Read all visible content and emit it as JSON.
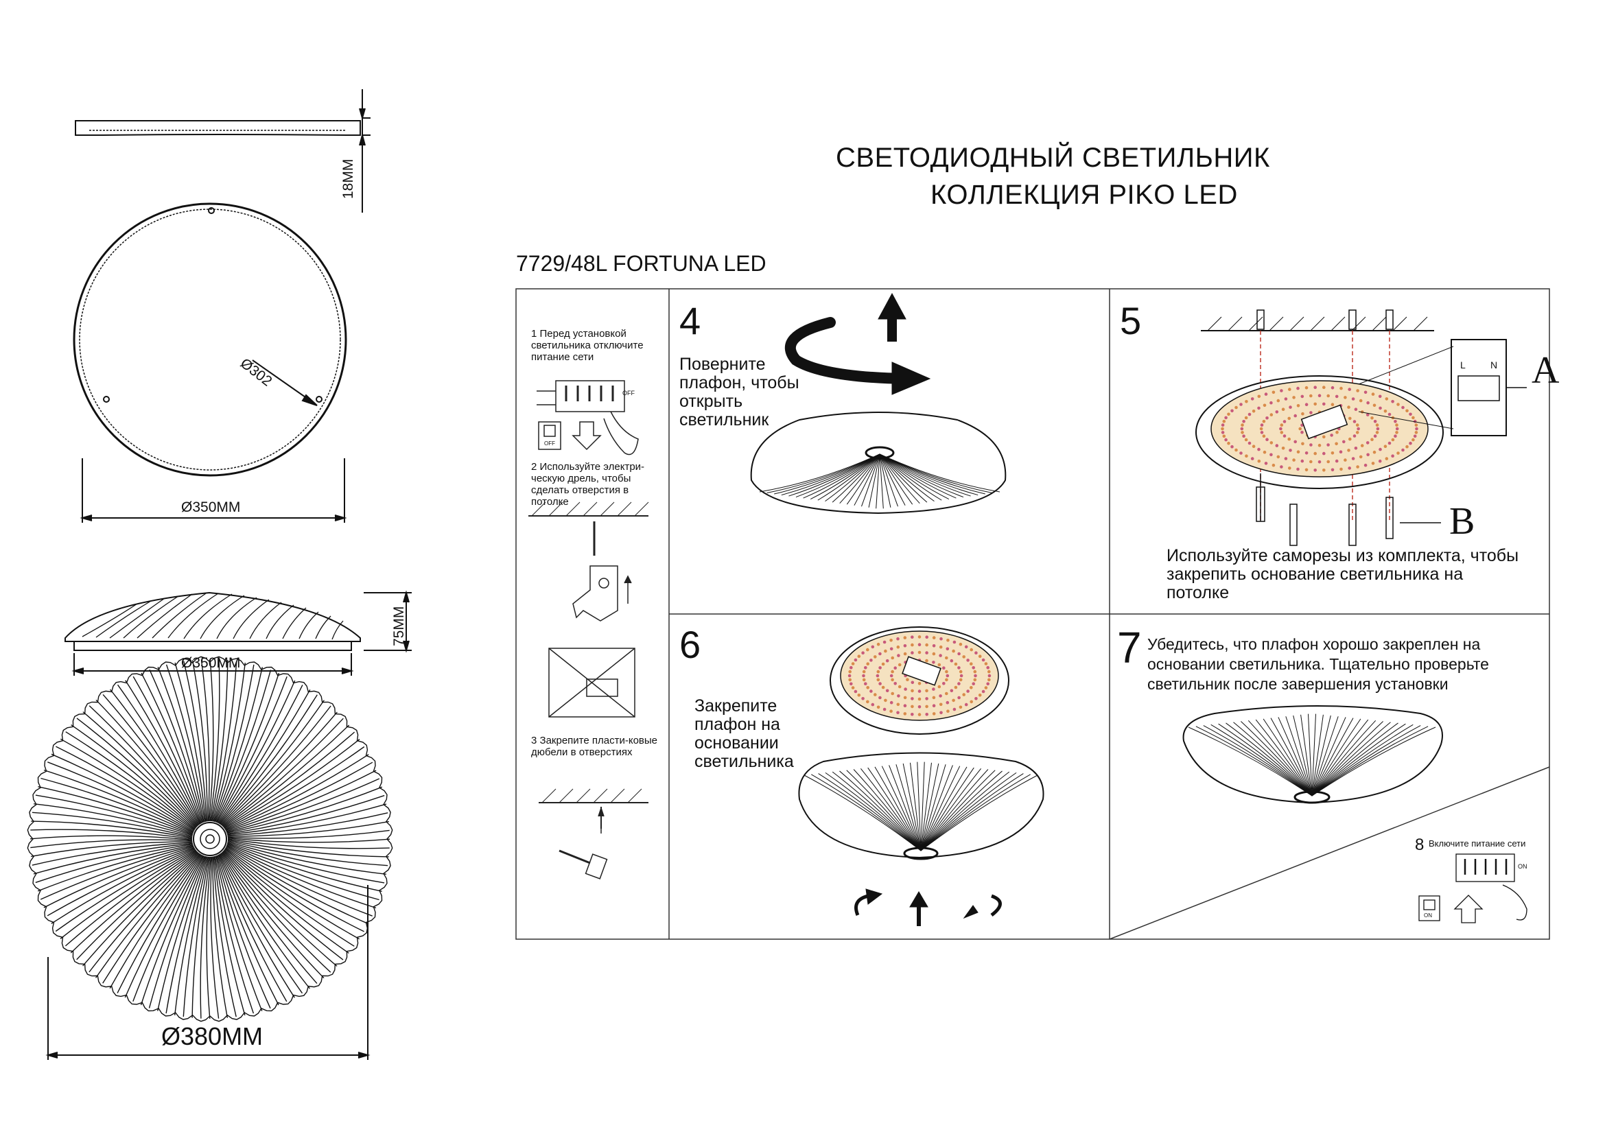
{
  "header": {
    "title_line1": "СВЕТОДИОДНЫЙ СВЕТИЛЬНИК",
    "title_line2": "КОЛЛЕКЦИЯ PIKO LED",
    "model": "7729/48L FORTUNA LED"
  },
  "dimensions": {
    "thickness": "18MM",
    "inner_diameter": "Ø302",
    "base_diameter": "Ø350MM",
    "height": "75MM",
    "side_diameter": "Ø350MM",
    "shade_diameter": "Ø380MM"
  },
  "prep_steps": {
    "step1": "1 Перед установкой светильника отключите питание сети",
    "off_label": "OFF",
    "switch_off": "OFF",
    "step2": "2 Используйте электри-ческую дрель, чтобы сделать отверстия в потолке",
    "step3": "3 Закрепите пласти-ковые дюбели в отверстиях"
  },
  "steps": {
    "s4": {
      "num": "4",
      "text": "Поверните плафон, чтобы открыть светильник"
    },
    "s5": {
      "num": "5",
      "text": "Используйте саморезы из комплекта, чтобы закрепить основание светильника на потолке",
      "label_a": "A",
      "label_b": "B",
      "term_l": "L",
      "term_n": "N"
    },
    "s6": {
      "num": "6",
      "text": "Закрепите плафон на основании светильника"
    },
    "s7": {
      "num": "7",
      "text": "Убедитесь, что плафон хорошо закреплен на основании светильника. Тщательно проверьте светильник после завершения установки"
    },
    "s8": {
      "num": "8",
      "text": "Включите питание сети",
      "on_label": "ON",
      "switch_on": "ON"
    }
  }
}
